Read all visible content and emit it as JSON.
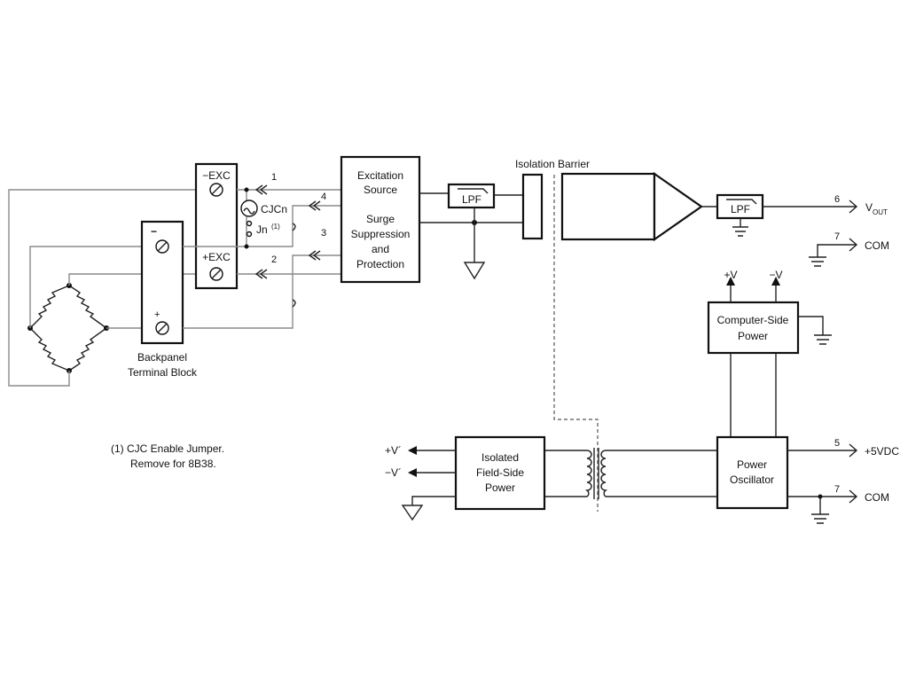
{
  "labels": {
    "exc_neg": "−EXC",
    "exc_pos": "+EXC",
    "tb_minus": "−",
    "tb_plus": "+",
    "cjc": "CJCn",
    "jn": "Jn",
    "jn_note": "(1)",
    "backpanel_1": "Backpanel",
    "backpanel_2": "Terminal Block",
    "excitation_1": "Excitation",
    "excitation_2": "Source",
    "surge_1": "Surge",
    "surge_2": "Suppression",
    "surge_3": "and",
    "surge_4": "Protection",
    "lpf_in": "LPF",
    "lpf_out": "LPF",
    "isolation_barrier": "Isolation Barrier",
    "vout_main": "V",
    "vout_sub": "OUT",
    "com_a": "COM",
    "com_b": "COM",
    "plus_5vdc": "+5VDC",
    "plus_v": "+V",
    "minus_v": "−V",
    "computer_side_1": "Computer-Side",
    "computer_side_2": "Power",
    "power_osc_1": "Power",
    "power_osc_2": "Oscillator",
    "field_side_1": "Isolated",
    "field_side_2": "Field-Side",
    "field_side_3": "Power",
    "v_prime_pos": "+V´",
    "v_prime_neg": "−V´",
    "note_1": "(1) CJC Enable Jumper.",
    "note_2": "Remove for 8B38."
  },
  "pins": {
    "p1": "1",
    "p2": "2",
    "p3": "3",
    "p4": "4",
    "p5": "5",
    "p6": "6",
    "p7a": "7",
    "p7b": "7"
  }
}
